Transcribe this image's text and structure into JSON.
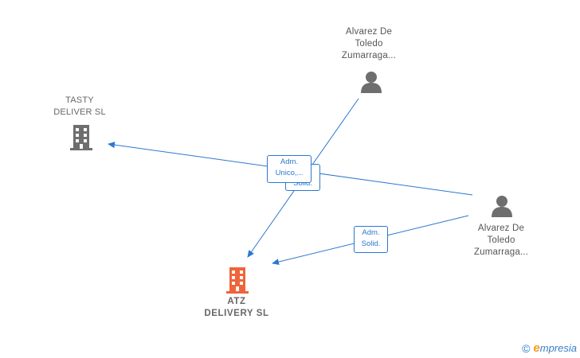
{
  "nodes": {
    "tasty": {
      "line1": "TASTY",
      "line2": "DELIVER  SL"
    },
    "atz": {
      "line1": "ATZ",
      "line2": "DELIVERY  SL"
    },
    "person_top": {
      "line1": "Alvarez De",
      "line2": "Toledo",
      "line3": "Zumarraga..."
    },
    "person_right": {
      "line1": "Alvarez De",
      "line2": "Toledo",
      "line3": "Zumarraga..."
    }
  },
  "edges": {
    "badge_adm_unico": {
      "line1": "Adm.",
      "line2": "Unico,..."
    },
    "badge_solid_behind": {
      "line1": "Solid."
    },
    "badge_adm_solid": {
      "line1": "Adm.",
      "line2": "Solid."
    }
  },
  "colors": {
    "edge": "#2a78d0",
    "company_icon": "#6e6e6e",
    "main_company_icon": "#f0643a",
    "person_icon": "#6e6e6e"
  },
  "brand": {
    "copyright": "©",
    "initial": "e",
    "rest": "mpresia"
  }
}
